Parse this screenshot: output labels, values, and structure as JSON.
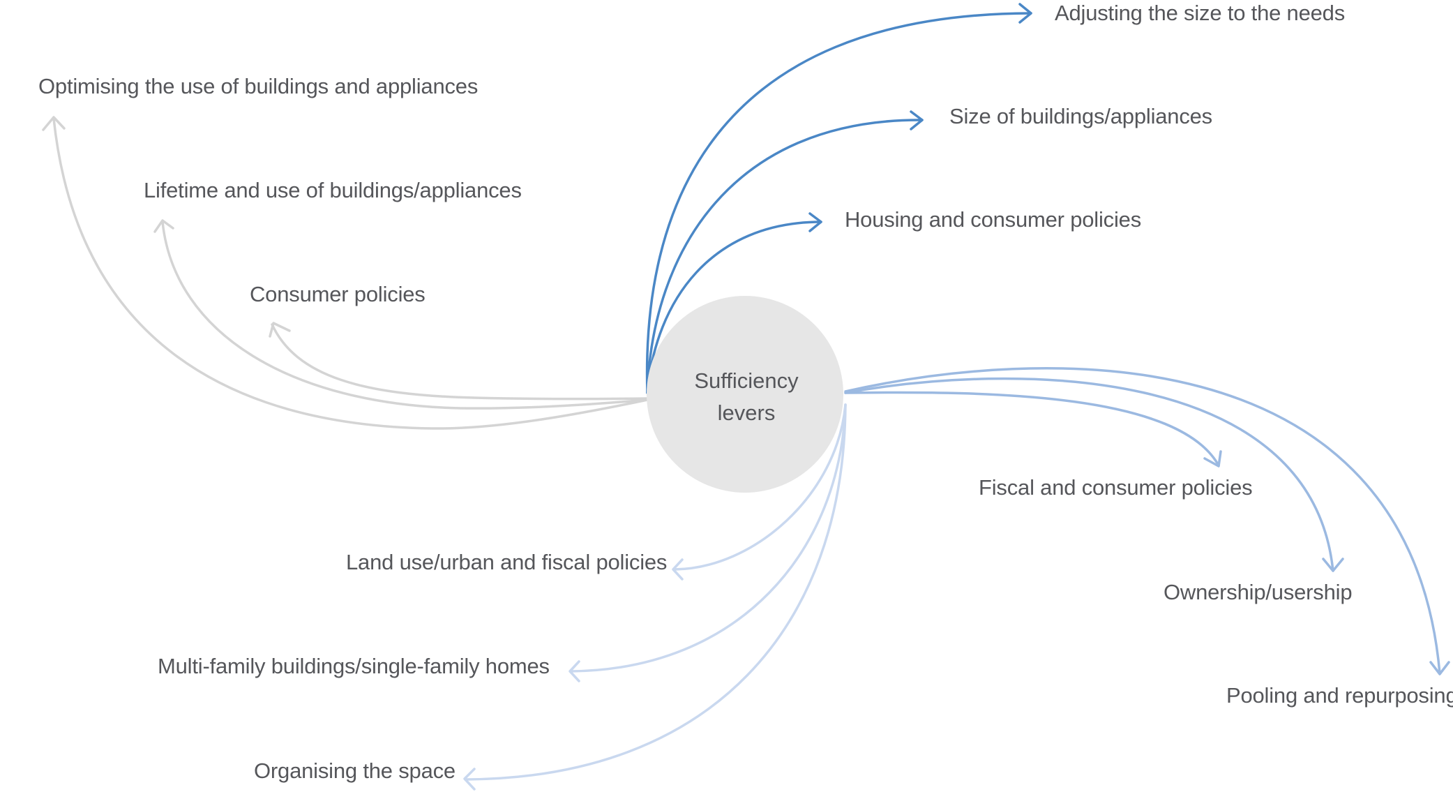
{
  "center": {
    "line1": "Sufficiency",
    "line2": "levers"
  },
  "colors": {
    "grey": "#d4d4d4",
    "blue": "#4a87c6",
    "light_blue": "#9bb9e1",
    "pale_blue": "#c9d8ef",
    "hub": "#e6e6e6",
    "text": "#55565a"
  },
  "branches": {
    "grey": [
      {
        "label": "Optimising the use of buildings and appliances"
      },
      {
        "label": "Lifetime and use of buildings/appliances"
      },
      {
        "label": "Consumer policies"
      }
    ],
    "blue": [
      {
        "label": "Adjusting the size to the needs"
      },
      {
        "label": "Size of buildings/appliances"
      },
      {
        "label": "Housing and consumer policies"
      }
    ],
    "light_blue": [
      {
        "label": "Fiscal and consumer policies"
      },
      {
        "label": "Ownership/usership"
      },
      {
        "label": "Pooling and repurposing"
      }
    ],
    "pale_blue": [
      {
        "label": "Land use/urban and fiscal policies"
      },
      {
        "label": "Multi-family buildings/single-family homes"
      },
      {
        "label": "Organising the space"
      }
    ]
  }
}
